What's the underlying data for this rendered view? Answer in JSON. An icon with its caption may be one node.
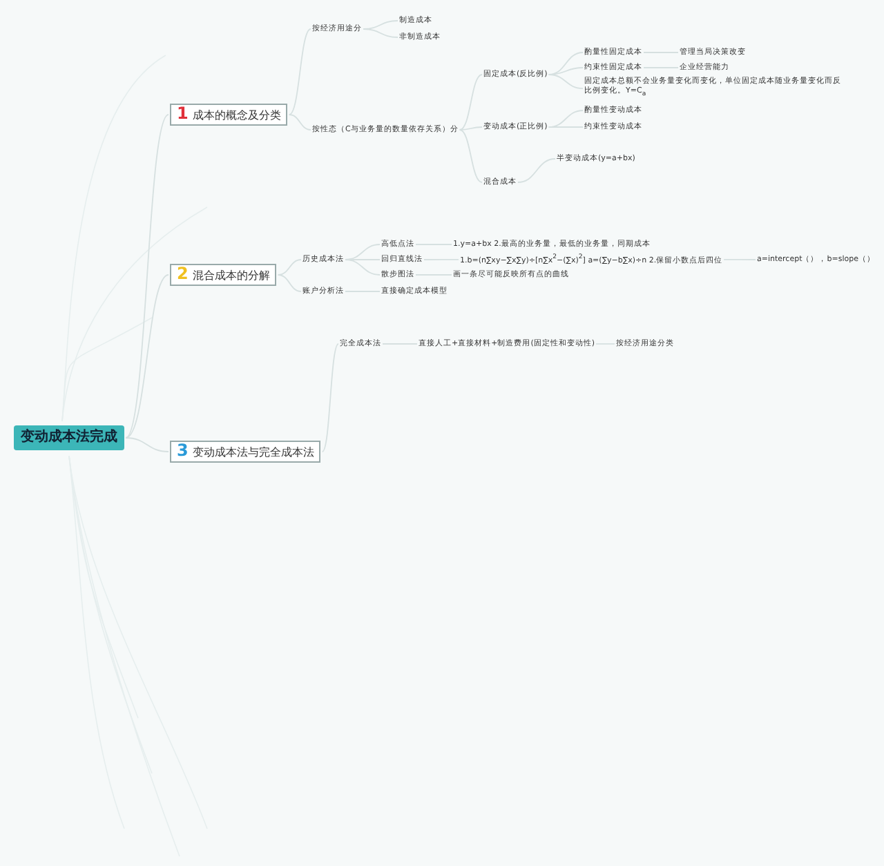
{
  "diagram": {
    "nodes": [
      {
        "text": [
          "变动成本法完成"
        ]
      },
      {
        "text": [
          "1",
          "成本的概念及分类"
        ]
      },
      {
        "text": [
          "按经济用途分"
        ]
      },
      {
        "text": [
          "制造成本"
        ]
      },
      {
        "text": [
          "非制造成本"
        ]
      },
      {
        "text": [
          "按性态（C与业务量的数量依存关系）分"
        ]
      },
      {
        "text": [
          "固定成本(反比例)"
        ]
      },
      {
        "text": [
          "酌量性固定成本"
        ]
      },
      {
        "text": [
          "管理当局决策改变"
        ]
      },
      {
        "text": [
          "约束性固定成本"
        ]
      },
      {
        "text": [
          "企业经营能力"
        ]
      },
      {
        "text": [
          "固定成本总额不会业务量变化而变化，单位固定成本随业务量变化而反比例变化。Y=C$_{a}$"
        ]
      },
      {
        "text": [
          "变动成本(正比例)"
        ]
      },
      {
        "text": [
          "酌量性变动成本"
        ]
      },
      {
        "text": [
          "约束性变动成本"
        ]
      },
      {
        "text": [
          "混合成本"
        ]
      },
      {
        "text": [
          "半变动成本(y=a+bx)"
        ]
      },
      {
        "text": [
          "2",
          "混合成本的分解"
        ]
      },
      {
        "text": [
          "历史成本法"
        ]
      },
      {
        "text": [
          "高低点法"
        ]
      },
      {
        "text": [
          "1.y=a+bx 2.最高的业务量，最低的业务量，同期成本"
        ]
      },
      {
        "text": [
          "回归直线法"
        ]
      },
      {
        "text": [
          "1.b=(n∑xy−∑x∑y)÷[n∑x$^{2}$−(∑x)$^{2}$] a=(∑y−b∑x)÷n 2.保留小数点后四位"
        ]
      },
      {
        "text": [
          "a=intercept（），b=slope（）"
        ]
      },
      {
        "text": [
          "散步图法"
        ]
      },
      {
        "text": [
          "画一条尽可能反映所有点的曲线"
        ]
      },
      {
        "text": [
          "账户分析法"
        ]
      },
      {
        "text": [
          "直接确定成本模型"
        ]
      },
      {
        "text": [
          "3",
          "变动成本法与完全成本法"
        ]
      },
      {
        "text": [
          "完全成本法"
        ]
      },
      {
        "text": [
          "直接人工+直接材料+制造费用(固定性和变动性)"
        ]
      },
      {
        "text": [
          "按经济用途分类"
        ]
      }
    ],
    "edges": [
      {
        "from": 0,
        "to": 1,
        "arrow": "none"
      },
      {
        "from": 1,
        "to": 2,
        "arrow": "none"
      },
      {
        "from": 2,
        "to": 3,
        "arrow": "none"
      },
      {
        "from": 2,
        "to": 4,
        "arrow": "none"
      },
      {
        "from": 1,
        "to": 5,
        "arrow": "none"
      },
      {
        "from": 5,
        "to": 6,
        "arrow": "none"
      },
      {
        "from": 6,
        "to": 7,
        "arrow": "none"
      },
      {
        "from": 7,
        "to": 8,
        "arrow": "none"
      },
      {
        "from": 6,
        "to": 9,
        "arrow": "none"
      },
      {
        "from": 9,
        "to": 10,
        "arrow": "none"
      },
      {
        "from": 6,
        "to": 11,
        "arrow": "none"
      },
      {
        "from": 5,
        "to": 12,
        "arrow": "none"
      },
      {
        "from": 12,
        "to": 13,
        "arrow": "none"
      },
      {
        "from": 12,
        "to": 14,
        "arrow": "none"
      },
      {
        "from": 5,
        "to": 15,
        "arrow": "none"
      },
      {
        "from": 15,
        "to": 16,
        "arrow": "none"
      },
      {
        "from": 0,
        "to": 17,
        "arrow": "none"
      },
      {
        "from": 17,
        "to": 18,
        "arrow": "none"
      },
      {
        "from": 18,
        "to": 19,
        "arrow": "none"
      },
      {
        "from": 19,
        "to": 20,
        "arrow": "none"
      },
      {
        "from": 18,
        "to": 21,
        "arrow": "none"
      },
      {
        "from": 21,
        "to": 22,
        "arrow": "none"
      },
      {
        "from": 22,
        "to": 23,
        "arrow": "none"
      },
      {
        "from": 18,
        "to": 24,
        "arrow": "none"
      },
      {
        "from": 24,
        "to": 25,
        "arrow": "none"
      },
      {
        "from": 17,
        "to": 26,
        "arrow": "none"
      },
      {
        "from": 26,
        "to": 27,
        "arrow": "none"
      },
      {
        "from": 0,
        "to": 28,
        "arrow": "none"
      },
      {
        "from": 28,
        "to": 29,
        "arrow": "none"
      },
      {
        "from": 29,
        "to": 30,
        "arrow": "none"
      },
      {
        "from": 30,
        "to": 31,
        "arrow": "none"
      }
    ]
  }
}
